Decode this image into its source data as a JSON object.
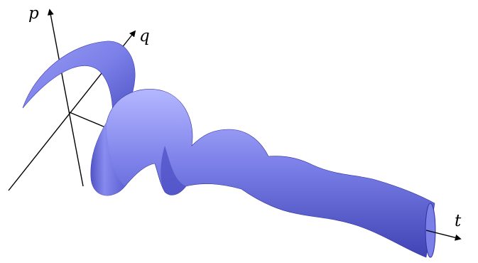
{
  "figure": {
    "axis_labels": {
      "p": "p",
      "q": "q",
      "t": "t"
    },
    "colors": {
      "surface": "#7b7fe8",
      "surface_light": "#b4b7ff",
      "surface_dark": "#3f43b4",
      "edge": "#2f32a0",
      "axes": "#000000",
      "background": "#ffffff"
    }
  }
}
